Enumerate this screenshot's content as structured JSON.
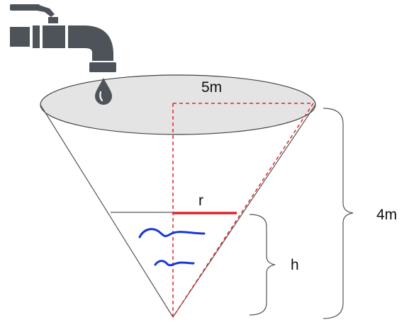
{
  "labels": {
    "radius_top": "5m",
    "radius_water": "r",
    "height_total": "4m",
    "height_water": "h"
  },
  "icons": {
    "faucet": "faucet-icon",
    "drop": "water-drop-icon"
  },
  "colors": {
    "accent": "#e0242b",
    "water": "#1a37d6",
    "faucet": "#4d5359",
    "cone_top_fill": "#e4e4e4"
  }
}
